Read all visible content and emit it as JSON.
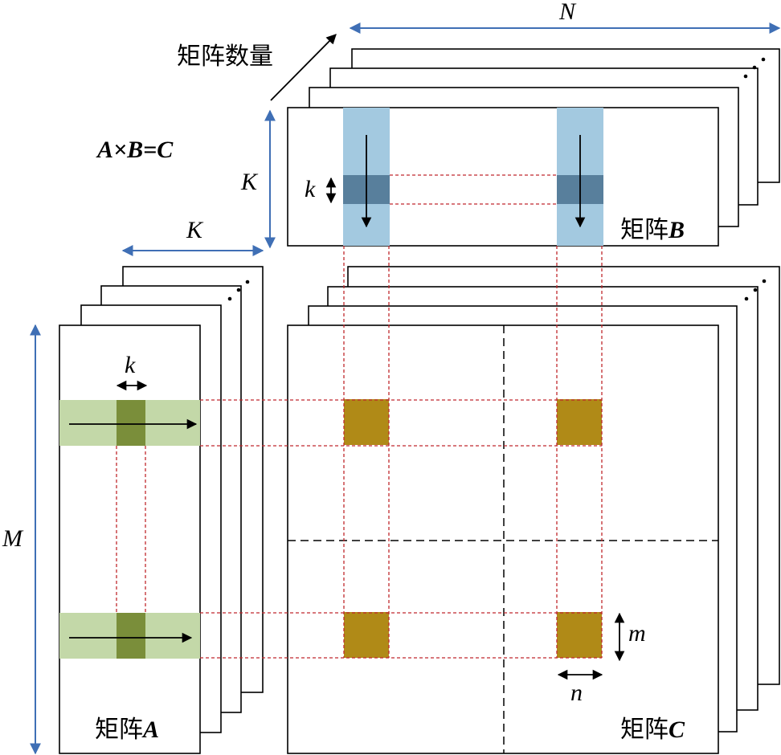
{
  "labels": {
    "matrix_count": "矩阵数量",
    "equation": "A×B=C",
    "matrix_a_prefix": "矩阵",
    "matrix_a_letter": "A",
    "matrix_b_prefix": "矩阵",
    "matrix_b_letter": "B",
    "matrix_c_prefix": "矩阵",
    "matrix_c_letter": "C",
    "dim_n": "N",
    "dim_k_top": "K",
    "dim_k_side": "K",
    "dim_m": "M",
    "tile_k_a": "k",
    "tile_k_b": "k",
    "tile_m": "m",
    "tile_n": "n"
  },
  "colors": {
    "page_fill": "#ffffff",
    "outline": "#000000",
    "dimension_arrow": "#3f6fb5",
    "dashed_guides": "#c0282d",
    "b_column": "#a3c9e0",
    "b_column_tile": "#587f9c",
    "a_row": "#c3d8a8",
    "a_row_tile": "#7a8e3a",
    "c_tile": "#b08a17"
  }
}
